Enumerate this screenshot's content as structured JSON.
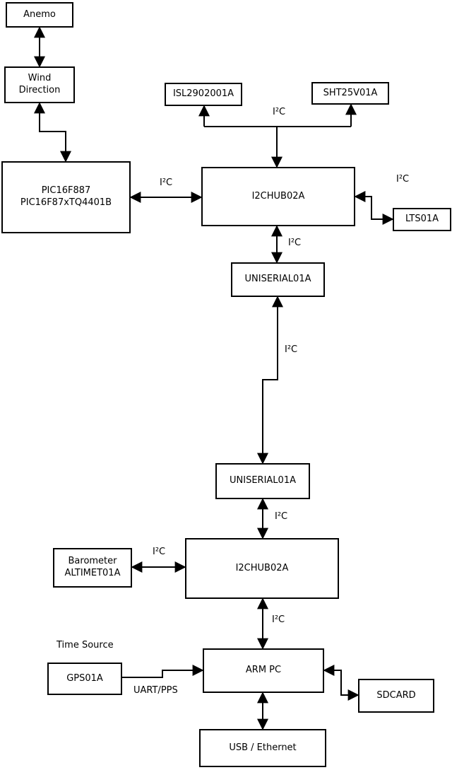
{
  "colors": {
    "background": "#ffffff",
    "line": "#000000",
    "box_fill": "#ffffff",
    "text": "#000000"
  },
  "nodes": {
    "anemo": {
      "label": "Anemo"
    },
    "wind_direction": {
      "label": "Wind\nDirection"
    },
    "pic": {
      "label": "PIC16F887\nPIC16F87xTQ4401B"
    },
    "isl": {
      "label": "ISL2902001A"
    },
    "sht": {
      "label": "SHT25V01A"
    },
    "hub1": {
      "label": "I2CHUB02A"
    },
    "lts": {
      "label": "LTS01A"
    },
    "uniserial1": {
      "label": "UNISERIAL01A"
    },
    "uniserial2": {
      "label": "UNISERIAL01A"
    },
    "hub2": {
      "label": "I2CHUB02A"
    },
    "barometer": {
      "label": "Barometer\nALTIMET01A"
    },
    "arm_pc": {
      "label": "ARM PC"
    },
    "gps": {
      "label": "GPS01A"
    },
    "sdcard": {
      "label": "SDCARD"
    },
    "usb_ethernet": {
      "label": "USB / Ethernet"
    }
  },
  "edge_labels": {
    "i2c_sensors_top": "I²C",
    "i2c_pic_hub": "I²C",
    "i2c_hub_lts": "I²C",
    "i2c_hub_uniserial": "I²C",
    "i2c_uniserial_link": "I²C",
    "i2c_uniserial2_hub2": "I²C",
    "i2c_barometer_hub2": "I²C",
    "i2c_hub2_armpc": "I²C",
    "uart_pps": "UART/PPS",
    "time_source": "Time Source"
  },
  "edges": [
    {
      "from": "anemo",
      "to": "wind_direction",
      "bidirectional": true,
      "label": ""
    },
    {
      "from": "wind_direction",
      "to": "pic",
      "bidirectional": true,
      "label": ""
    },
    {
      "from": "pic",
      "to": "hub1",
      "bidirectional": true,
      "label": "I²C"
    },
    {
      "from": "hub1",
      "to": "isl",
      "bidirectional": false,
      "label": "I²C"
    },
    {
      "from": "hub1",
      "to": "sht",
      "bidirectional": false,
      "label": "I²C"
    },
    {
      "from": "hub1",
      "to": "lts",
      "bidirectional": true,
      "label": "I²C"
    },
    {
      "from": "hub1",
      "to": "uniserial1",
      "bidirectional": true,
      "label": "I²C"
    },
    {
      "from": "uniserial1",
      "to": "uniserial2",
      "bidirectional": true,
      "label": "I²C"
    },
    {
      "from": "uniserial2",
      "to": "hub2",
      "bidirectional": true,
      "label": "I²C"
    },
    {
      "from": "barometer",
      "to": "hub2",
      "bidirectional": true,
      "label": "I²C"
    },
    {
      "from": "hub2",
      "to": "arm_pc",
      "bidirectional": true,
      "label": "I²C"
    },
    {
      "from": "gps",
      "to": "arm_pc",
      "bidirectional": false,
      "label": "UART/PPS"
    },
    {
      "from": "arm_pc",
      "to": "sdcard",
      "bidirectional": true,
      "label": ""
    },
    {
      "from": "arm_pc",
      "to": "usb_ethernet",
      "bidirectional": true,
      "label": ""
    }
  ]
}
